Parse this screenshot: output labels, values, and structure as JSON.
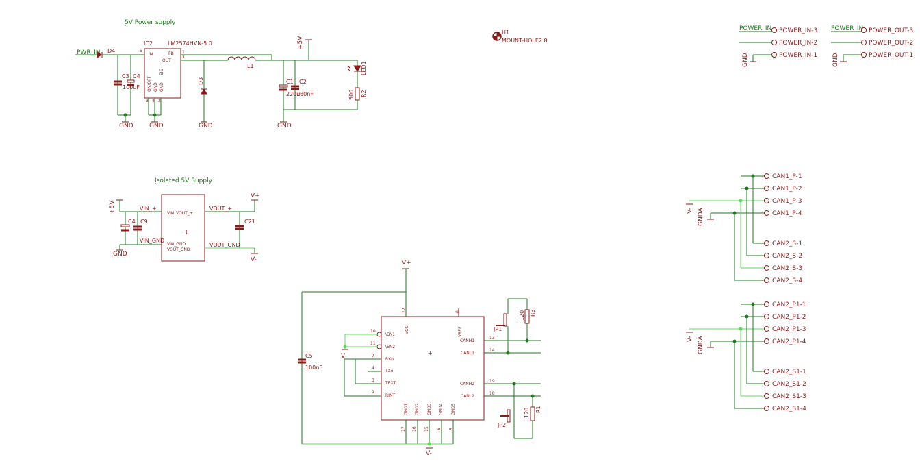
{
  "colors": {
    "wire": "#1e7a1e",
    "wire_bright": "#55e055",
    "part": "#8b1a1a",
    "background": "#ffffff"
  },
  "titles": {
    "power_supply": "5V Power supply",
    "isolated_supply": "Isolated 5V Supply"
  },
  "ic2": {
    "ref": "IC2",
    "value": "LM2574HVN-5.0",
    "pin_in": "IN",
    "pin_fb": "FB",
    "pin_out": "OUT",
    "pin_onoff": "ON/OFF",
    "pin_gnd": "GND",
    "pin_sig": "SIG",
    "pin_gnd_num": "GND",
    "pin5": "5",
    "pin1": "1",
    "pin7": "7",
    "pin3": "3",
    "pin4": "4",
    "pin2": "2"
  },
  "ps": {
    "pwr_in": "PWR_IN",
    "d4": "D4",
    "c3": "C3",
    "c4": "C4",
    "c4_val": "100uF",
    "d3": "D3",
    "l1": "L1",
    "c1": "C1",
    "c1_val": "220uF",
    "c2": "C2",
    "c2_val": "100nF",
    "led1": "LED1",
    "r2": "R2",
    "r2_val": "500",
    "vcc": "+5V",
    "gnd": "GND"
  },
  "mount": {
    "ref": "H1",
    "value": "MOUNT-HOLE2.8"
  },
  "connectors": {
    "power_in_title": "POWER_IN",
    "power_out_title": "POWER_IN",
    "gnd": "GND",
    "power_in_pins": [
      "POWER_IN-3",
      "POWER_IN-2",
      "POWER_IN-1"
    ],
    "power_out_pins": [
      "POWER_OUT-3",
      "POWER_OUT-2",
      "POWER_OUT-1"
    ]
  },
  "isolated": {
    "vin_plus": "VIN_+",
    "vin_gnd": "VIN_GND",
    "vout_plus": "VOUT_+",
    "vout_gnd": "VOUT_GND",
    "box_vin": "VIN",
    "box_vout_plus": "VOUT_+",
    "box_vin_gnd": "VIN_GND",
    "box_vout_gnd": "VOUT_GND",
    "c4": "C4",
    "c9": "C9",
    "c21": "C21",
    "vcc": "+5V",
    "gnd": "GND",
    "vplus": "V+",
    "vminus": "V-"
  },
  "transceiver": {
    "vcc": "VCC",
    "vref": "VREF",
    "en1": "\\EN1",
    "en2": "\\EN2",
    "rxo": "RXo",
    "txo": "TXo",
    "text": "TEXT",
    "rint": "RINT",
    "canh1": "CANH1",
    "canl1": "CANL1",
    "canh2": "CANH2",
    "canl2": "CANL2",
    "gnds": [
      "GND1",
      "GND2",
      "GND3",
      "GND4",
      "GND5"
    ],
    "pin_vcc": "12",
    "pin_vref": "8",
    "pin_en1": "10",
    "pin_en2": "11",
    "pin_rxo": "7",
    "pin_txo": "4",
    "pin_text": "3",
    "pin_rint": "9",
    "pin_canh1": "13",
    "pin_canl1": "14",
    "pin_canh2": "19",
    "pin_canl2": "18",
    "gnd_pins": [
      "17",
      "16",
      "15",
      "6",
      "5"
    ],
    "c5": "C5",
    "c5_val": "100nF",
    "jp1": "JP1",
    "jp2": "JP2",
    "r3": "R3",
    "r3_val": "120",
    "r1": "R1",
    "r1_val": "120",
    "vplus": "V+",
    "vminus": "V-"
  },
  "can_p": {
    "gnda": "GNDA",
    "vminus": "V-",
    "top": [
      "CAN1_P-1",
      "CAN1_P-2",
      "CAN1_P-3",
      "CAN1_P-4"
    ],
    "bottom": [
      "CAN2_S-1",
      "CAN2_S-2",
      "CAN2_S-3",
      "CAN2_S-4"
    ]
  },
  "can_s": {
    "gnda": "GNDA",
    "vminus": "V-",
    "top": [
      "CAN2_P1-1",
      "CAN2_P1-2",
      "CAN2_P1-3",
      "CAN2_P1-4"
    ],
    "bottom": [
      "CAN2_S1-1",
      "CAN2_S1-2",
      "CAN2_S1-3",
      "CAN2_S1-4"
    ]
  }
}
